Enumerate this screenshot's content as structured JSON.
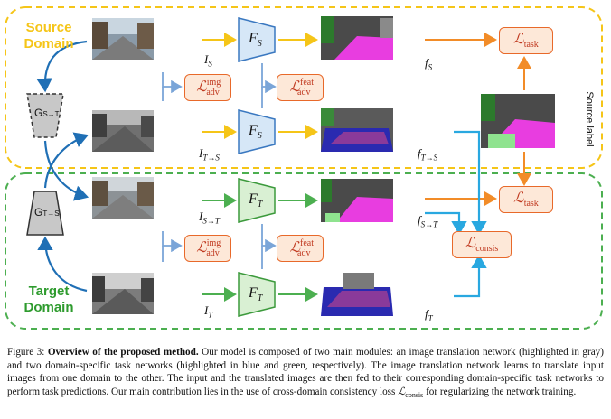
{
  "figure": {
    "source_domain": {
      "line1": "Source",
      "line2": "Domain"
    },
    "target_domain": {
      "line1": "Target",
      "line2": "Domain"
    },
    "source_label": "Source label",
    "generators": {
      "s2t": "G",
      "s2t_sub": "S→T",
      "t2s": "G",
      "t2s_sub": "T→S"
    },
    "task_nets": {
      "s_main": "F",
      "s_sub": "S",
      "t_main": "F",
      "t_sub": "T"
    },
    "image_labels": {
      "I_S": {
        "main": "I",
        "sub": "S"
      },
      "I_T2S": {
        "main": "I",
        "sub": "T→S"
      },
      "I_S2T": {
        "main": "I",
        "sub": "S→T"
      },
      "I_T": {
        "main": "I",
        "sub": "T"
      }
    },
    "feature_labels": {
      "f_S": {
        "main": "f",
        "sub": "S"
      },
      "f_T2S": {
        "main": "f",
        "sub": "T→S"
      },
      "f_S2T": {
        "main": "f",
        "sub": "S→T"
      },
      "f_T": {
        "main": "f",
        "sub": "T"
      }
    },
    "losses": {
      "task_main": "ℒ",
      "task_sub": "task",
      "img_adv_sup": "img",
      "img_adv_sub": "adv",
      "feat_adv_sup": "feat",
      "feat_adv_sub": "adv",
      "consis_sub": "consis"
    },
    "colors": {
      "source": "#f5c518",
      "target": "#4caf50",
      "arrow_orange": "#f28c28",
      "arrow_blue": "#29a8e0",
      "loss_border": "#e8692a",
      "loss_fill": "#fde8d8",
      "net_blue": "#d6e7f7",
      "net_green": "#d9f0d3",
      "gen_gray": "#c8c8c8"
    }
  },
  "caption": {
    "label": "Figure 3:",
    "bold": "Overview of the proposed method.",
    "text1": "Our model is composed of two main modules: an image translation network (highlighted in gray) and two domain-specific task networks (highlighted in blue and green, respectively). The image translation network learns to translate input images from one domain to the other. The input and the translated images are then fed to their corresponding domain-specific task networks to perform task predictions. Our main contribution lies in the use of cross-domain consistency loss",
    "loss_symbol": "ℒ",
    "loss_sub": "consis",
    "text2": "for regularizing the network training."
  }
}
